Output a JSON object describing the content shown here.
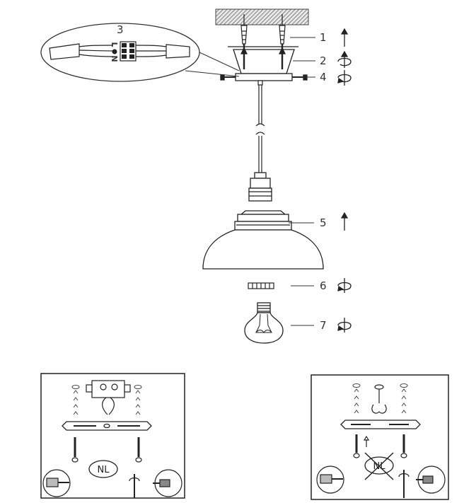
{
  "callouts": {
    "c1": "1",
    "c2": "2",
    "c3": "3",
    "c4": "4",
    "c5": "5",
    "c6": "6",
    "c7": "7"
  },
  "wiring": {
    "live": "L",
    "neutral": "N"
  },
  "panels": {
    "left_badge": "NL",
    "right_badge": "NL"
  }
}
